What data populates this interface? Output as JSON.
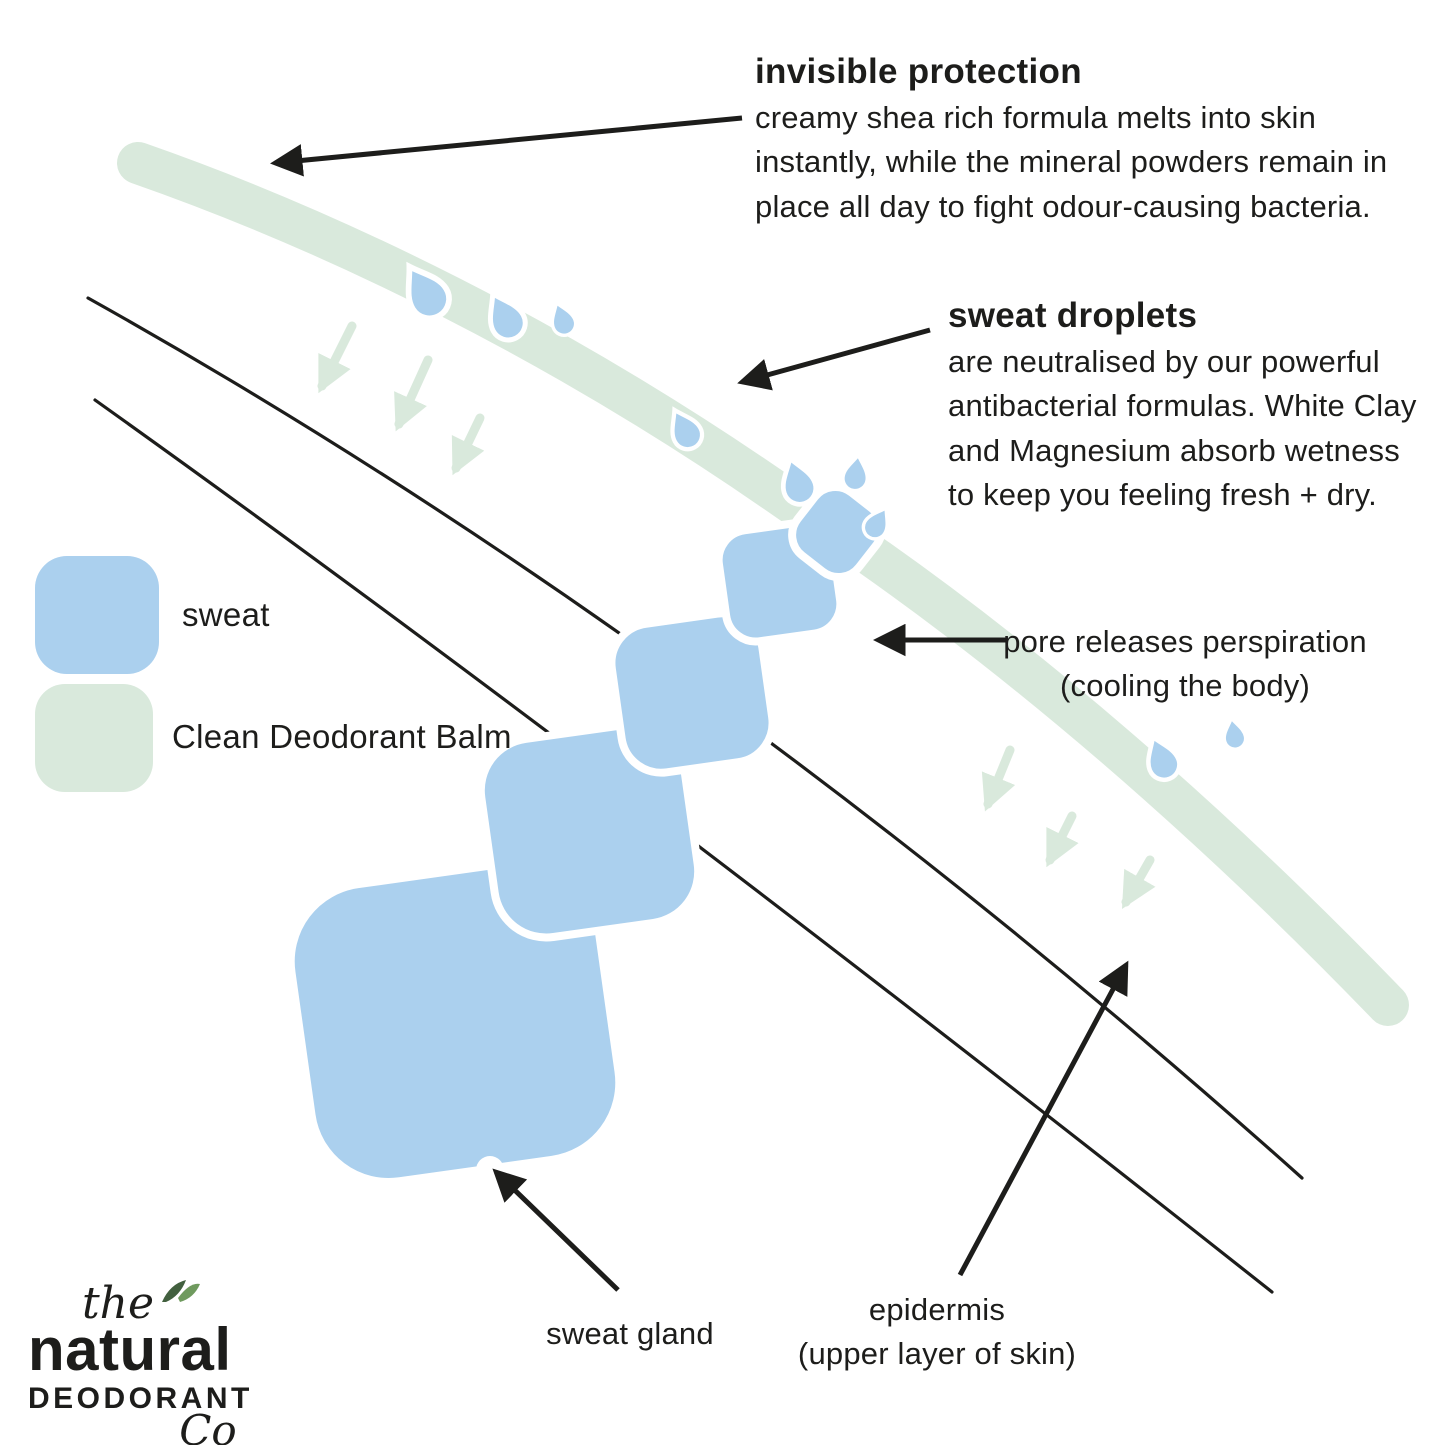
{
  "colors": {
    "sweat_blue": "#abd0ee",
    "balm_green": "#d9e9dc",
    "ink": "#1d1d1b"
  },
  "annotations": {
    "invisible_protection": {
      "title": "invisible protection",
      "body": "creamy shea rich formula melts into skin instantly, while the mineral powders remain in place all day to fight odour-causing bacteria."
    },
    "sweat_droplets": {
      "title": "sweat droplets",
      "body": "are neutralised by our powerful antibacterial formulas. White Clay and Magnesium absorb wetness to keep you feeling fresh + dry."
    },
    "pore": {
      "line1": "pore releases perspiration",
      "line2": "(cooling the body)"
    },
    "sweat_gland": {
      "label": "sweat gland"
    },
    "epidermis": {
      "line1": "epidermis",
      "line2": "(upper layer of skin)"
    }
  },
  "legend": {
    "sweat": "sweat",
    "balm": "Clean Deodorant Balm"
  },
  "logo": {
    "the": "the",
    "natural": "natural",
    "deodorant": "DEODORANT",
    "co": "Co"
  }
}
